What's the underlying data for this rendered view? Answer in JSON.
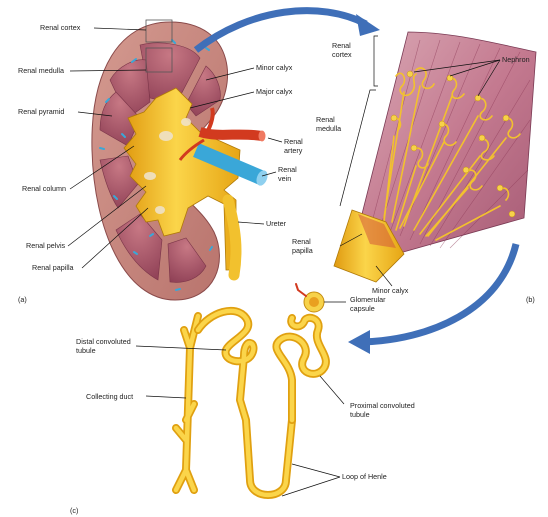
{
  "panels": {
    "a": "(a)",
    "b": "(b)",
    "c": "(c)"
  },
  "labels": {
    "renal_cortex": "Renal cortex",
    "renal_medulla": "Renal medulla",
    "renal_pyramid": "Renal pyramid",
    "renal_column": "Renal column",
    "renal_pelvis": "Renal pelvis",
    "renal_papilla": "Renal papilla",
    "minor_calyx": "Minor calyx",
    "major_calyx": "Major calyx",
    "renal_artery_1": "Renal",
    "renal_artery_2": "artery",
    "renal_vein_1": "Renal",
    "renal_vein_2": "vein",
    "ureter": "Ureter",
    "b_cortex_1": "Renal",
    "b_cortex_2": "cortex",
    "b_medulla_1": "Renal",
    "b_medulla_2": "medulla",
    "b_nephron": "Nephron",
    "b_papilla_1": "Renal",
    "b_papilla_2": "papilla",
    "b_minor_calyx": "Minor calyx",
    "glomerular_1": "Glomerular",
    "glomerular_2": "capsule",
    "distal_1": "Distal convoluted",
    "distal_2": "tubule",
    "collecting_duct": "Collecting duct",
    "proximal_1": "Proximal convoluted",
    "proximal_2": "tubule",
    "loop_of_henle": "Loop of Henle"
  },
  "colors": {
    "cortex": "#c98a86",
    "medulla": "#a85a6a",
    "pelvis": "#f2c12e",
    "artery": "#d23a1f",
    "vein": "#3aa7d8",
    "arrow": "#3f6fb8",
    "tubule": "#f2c12e"
  }
}
